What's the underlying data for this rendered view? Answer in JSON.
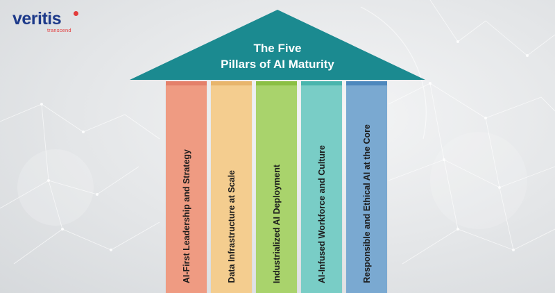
{
  "logo": {
    "name": "veritis",
    "tagline": "transcend"
  },
  "diagram": {
    "title_line1": "The Five",
    "title_line2": "Pillars of AI Maturity",
    "roof_color": "#1b8a90",
    "pillars": [
      {
        "label": "AI-First Leadership and Strategy",
        "color": "#ef9b82",
        "cap_color": "#e4806a"
      },
      {
        "label": "Data Infrastructure at Scale",
        "color": "#f4cd8f",
        "cap_color": "#e8b56c"
      },
      {
        "label": "Industrialized AI Deployment",
        "color": "#a9d36c",
        "cap_color": "#8bbf44"
      },
      {
        "label": "AI-Infused Workforce and Culture",
        "color": "#79cdc6",
        "cap_color": "#49b5ad"
      },
      {
        "label": "Responsible and Ethical AI at the Core",
        "color": "#7aa9d1",
        "cap_color": "#4d88bd"
      }
    ]
  }
}
